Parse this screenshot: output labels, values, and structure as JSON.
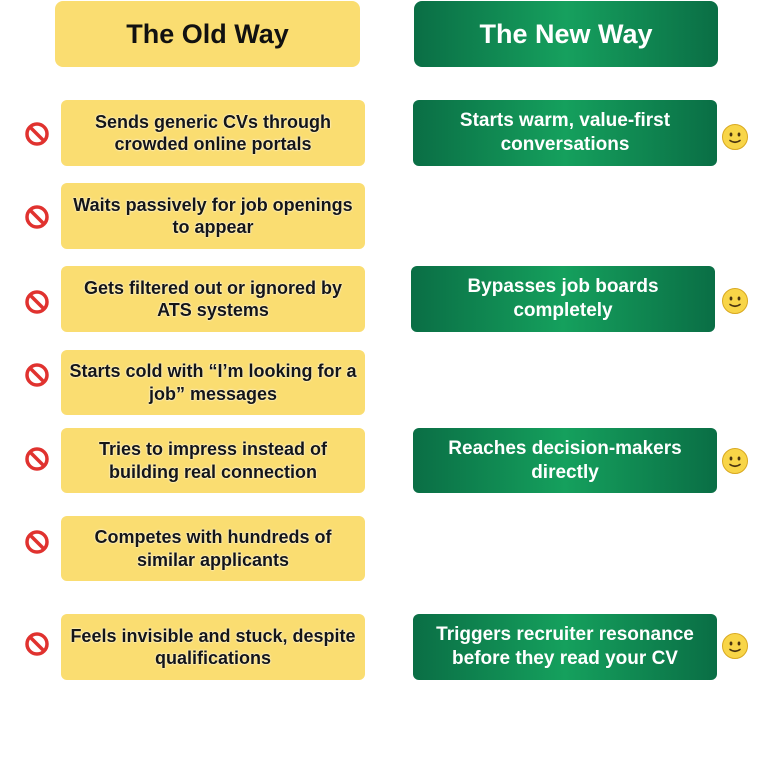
{
  "headers": {
    "old": "The Old Way",
    "new": "The New Way"
  },
  "old_way": [
    "Sends generic CVs through crowded online portals",
    "Waits passively for job openings to appear",
    "Gets filtered out or ignored by ATS systems",
    "Starts cold with “I’m looking for a job” messages",
    "Tries to impress instead of building real connection",
    "Competes with hundreds of similar applicants",
    "Feels invisible and stuck, despite qualifications"
  ],
  "new_way": [
    "Starts warm, value-first conversations",
    "Bypasses job boards completely",
    "Reaches decision-makers directly",
    "Triggers recruiter resonance before they read your CV"
  ],
  "icons": {
    "old": "prohibited-icon",
    "new": "slightly-smiling-face-icon"
  },
  "colors": {
    "old_fill": "#fadd71",
    "new_fill": "#0f8a52",
    "prohibited": "#e0322f",
    "smiley": "#f8d548"
  }
}
